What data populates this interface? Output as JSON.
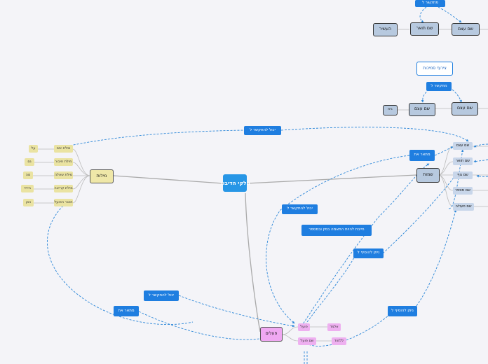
{
  "root": {
    "label": "חלקי הדיבור"
  },
  "top": {
    "connects_label": "מתקשר ל",
    "noun": "שם עצם",
    "adjective": "שם תואר",
    "adjective_example": "העשיר"
  },
  "construct": {
    "title": "צירוף סמיכות",
    "connects_label": "מתקשר ל",
    "noun_a": "שם עצם",
    "noun_b": "שם עצם",
    "example": "בית"
  },
  "links": {
    "can_connect_top": "יכול להתקשר ל",
    "describes": "מתאר את",
    "can_connect_mid": "יכול להתקשר ל",
    "agreement": "חייבת להיות התאמה במין ובמספר",
    "can_add_1": "ניתן להוסיף ל",
    "can_connect_low": "יכול להתקשר ל",
    "describes_low": "מתאר את",
    "can_add_2": "ניתן להוסיף ל"
  },
  "names": {
    "label": "שמות",
    "items": [
      "שם עצם",
      "שם תואר",
      "שם גוף",
      "שם מספר",
      "שם פעולה"
    ]
  },
  "particles": {
    "label": "מילות",
    "items": [
      {
        "label": "מילת יחס",
        "example": "על"
      },
      {
        "label": "מילת חיבור",
        "example": "גם"
      },
      {
        "label": "מילת שאלה",
        "example": "מה"
      },
      {
        "label": "מילת קריאה",
        "example": "הידד"
      },
      {
        "label": "תואר הפועל",
        "example": "כאן"
      }
    ]
  },
  "verbs": {
    "label": "פעלים",
    "items": [
      "פועל",
      "שם פועל"
    ],
    "examples": [
      "אלמד",
      "ללמוד"
    ]
  },
  "colors": {
    "blue": "#1f7ee0",
    "root": "#2796e6",
    "names": "#b7c9df",
    "particles": "#efe7a8",
    "verbs": "#f0a8f2",
    "background": "#f4f4f8"
  }
}
